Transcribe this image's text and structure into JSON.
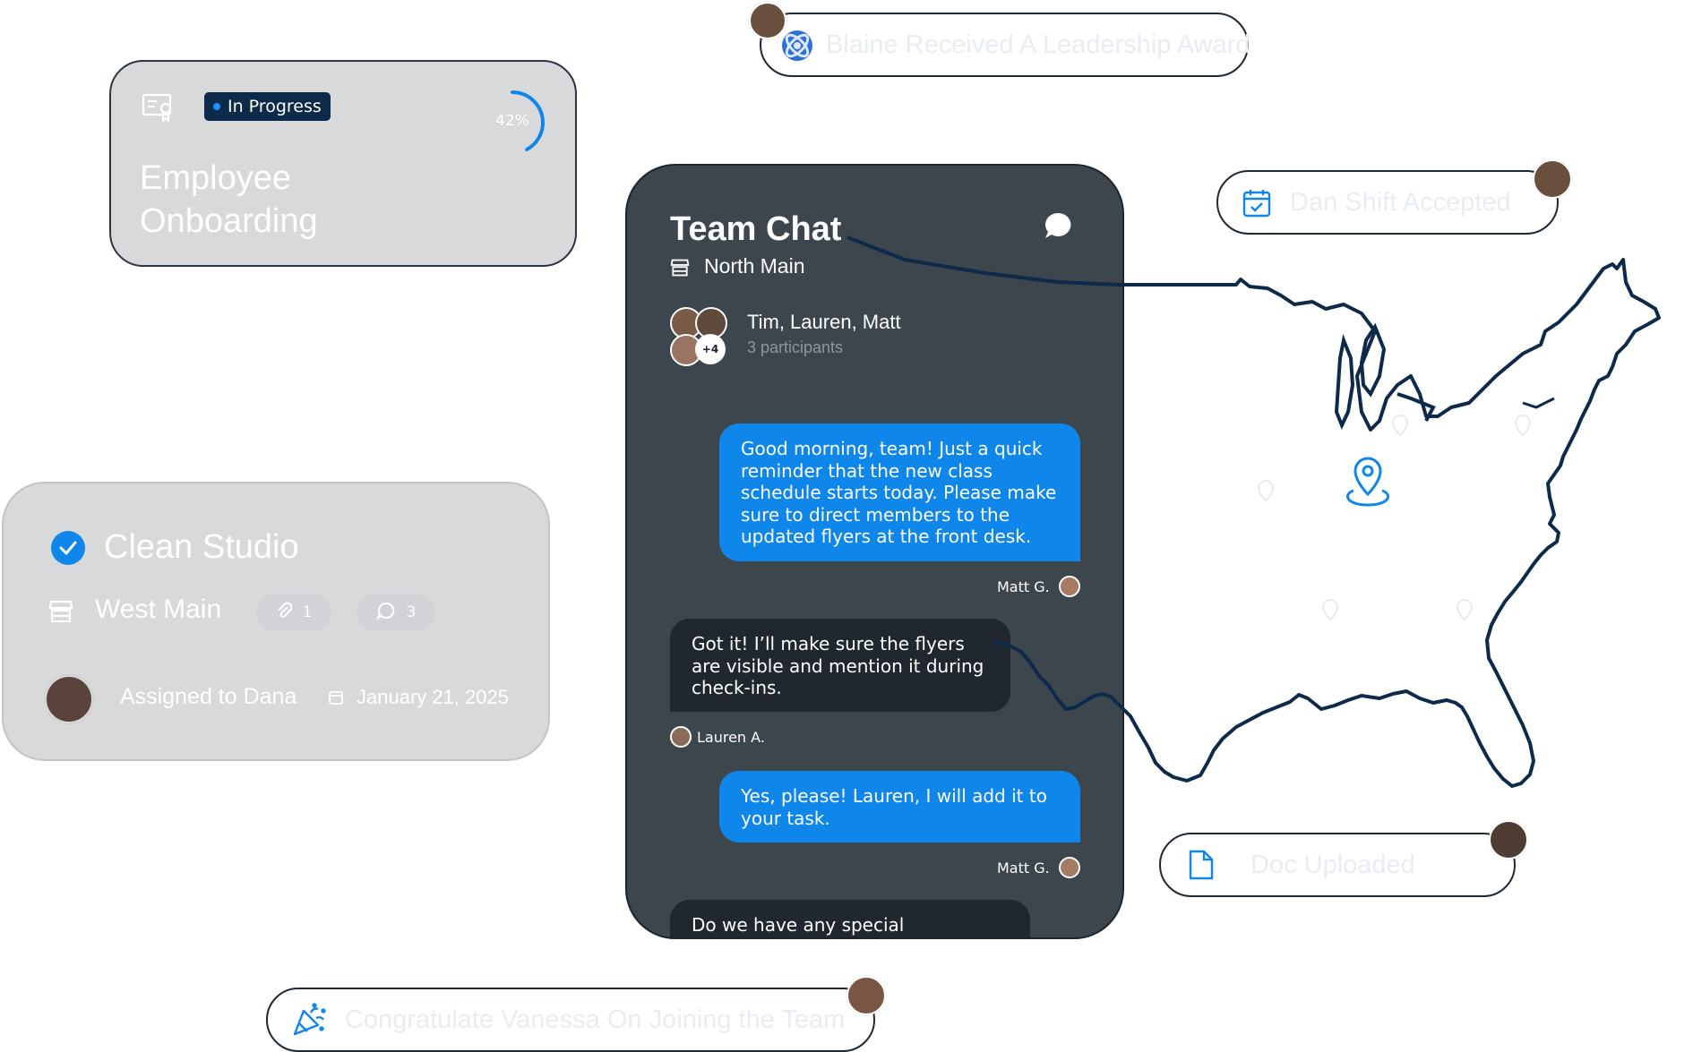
{
  "notifications": {
    "leadership": "Blaine Received A Leadership Award",
    "schedule": "Dan Shift Accepted",
    "document": "Doc Uploaded",
    "congrats": "Congratulate Vanessa On Joining the Team"
  },
  "onboarding": {
    "status": "In Progress",
    "progress_label": "42%",
    "progress_value": 0.42,
    "title_line1": "Employee",
    "title_line2": "Onboarding"
  },
  "task": {
    "title": "Clean Studio",
    "location": "West Main",
    "attachments": "1",
    "comments": "3",
    "assignee": "Assigned to Dana",
    "date": "January 21, 2025"
  },
  "chat": {
    "title": "Team Chat",
    "location": "North Main",
    "participants_names": "Tim, Lauren, Matt",
    "participants_count": "3 participants",
    "extra_count": "+4",
    "messages": [
      {
        "text": "Good morning, team! Just a quick reminder that the new class schedule starts today. Please make sure to direct members to the updated flyers at the front desk.",
        "sender": "Matt G."
      },
      {
        "text": "Got it! I’ll make sure the flyers are visible and mention it during check-ins.",
        "sender": "Lauren A."
      },
      {
        "text": "Yes, please! Lauren, I will add it to your task.",
        "sender": "Matt G."
      },
      {
        "text": "Do we have any special instructions",
        "sender": ""
      }
    ]
  },
  "colors": {
    "accent_blue": "#0f86ea",
    "chat_bg": "#3d454d",
    "incoming_bubble": "#20272e",
    "card_grey": "#d8d9db",
    "status_badge": "#0d2a4a",
    "map_stroke": "#0d2a4a"
  }
}
